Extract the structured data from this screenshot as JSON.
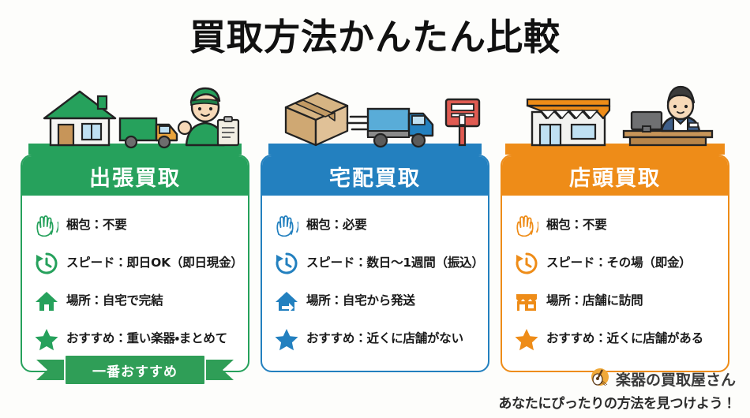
{
  "title": "買取方法かんたん比較",
  "colors": {
    "green": "#26a15c",
    "blue": "#2380bf",
    "orange": "#ee8c18",
    "background": "#fdfdfb",
    "text": "#1a1a1a"
  },
  "cards": [
    {
      "id": "visit",
      "heading": "出張買取",
      "theme": "green",
      "illustration": "house-truck-staff-illustration",
      "rows": [
        {
          "icon": "open-hands-icon",
          "text": "梱包：不要"
        },
        {
          "icon": "clock-rewind-icon",
          "text": "スピード：即日OK（即日現金）"
        },
        {
          "icon": "home-icon",
          "text": "場所：自宅で完結"
        },
        {
          "icon": "star-icon",
          "text": "おすすめ：重い楽器・まとめて"
        }
      ],
      "ribbon": "一番おすすめ"
    },
    {
      "id": "delivery",
      "heading": "宅配買取",
      "theme": "blue",
      "illustration": "box-truck-postbox-illustration",
      "rows": [
        {
          "icon": "open-hands-icon",
          "text": "梱包：必要"
        },
        {
          "icon": "clock-rewind-icon",
          "text": "スピード：数日〜1週間（振込）"
        },
        {
          "icon": "home-arrow-icon",
          "text": "場所：自宅から発送"
        },
        {
          "icon": "star-icon",
          "text": "おすすめ：近くに店舗がない"
        }
      ],
      "ribbon": null
    },
    {
      "id": "instore",
      "heading": "店頭買取",
      "theme": "orange",
      "illustration": "shop-counter-staff-illustration",
      "rows": [
        {
          "icon": "open-hands-icon",
          "text": "梱包：不要"
        },
        {
          "icon": "clock-rewind-icon",
          "text": "スピード：その場（即金）"
        },
        {
          "icon": "store-icon",
          "text": "場所：店舗に訪問"
        },
        {
          "icon": "star-icon",
          "text": "おすすめ：近くに店舗がある"
        }
      ],
      "ribbon": null
    }
  ],
  "footer": {
    "logo_icon": "guitar-logo-icon",
    "brand_name": "楽器の買取屋さん",
    "tagline": "あなたにぴったりの方法を見つけよう！"
  }
}
